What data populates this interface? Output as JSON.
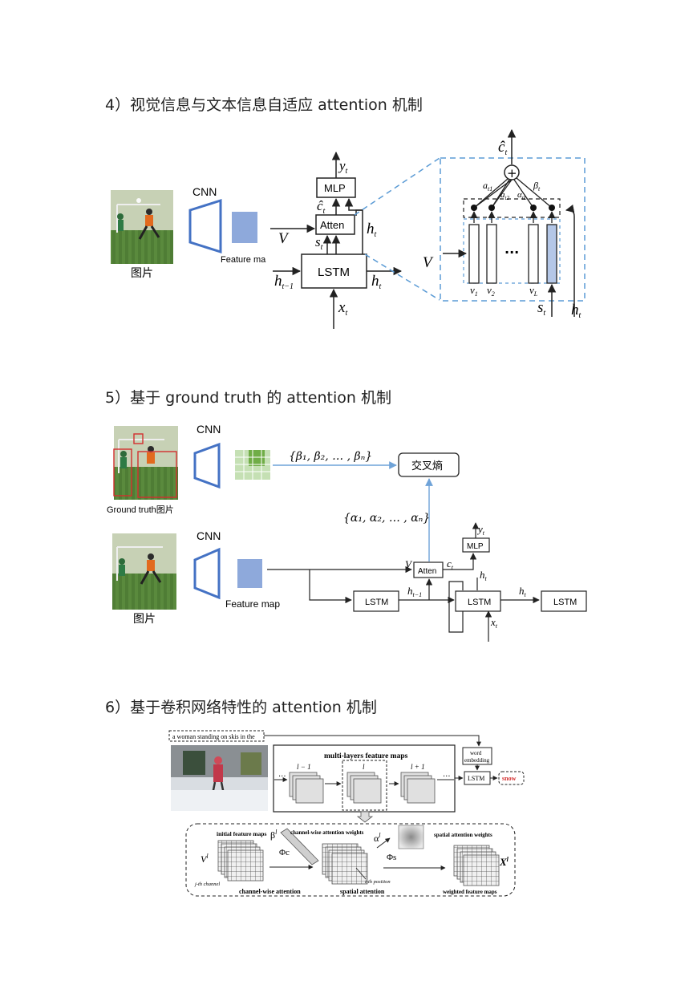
{
  "headings": {
    "h4": "4）视觉信息与文本信息自适应 attention 机制",
    "h5": "5）基于 ground truth 的 attention 机制",
    "h6": "6）基于卷积网络特性的 attention 机制"
  },
  "fig4": {
    "cnn": "CNN",
    "photo_caption": "图片",
    "feature_caption": "Feature ma",
    "mlp": "MLP",
    "atten": "Atten",
    "lstm": "LSTM",
    "yt": "y",
    "ct": "ĉ",
    "st": "s",
    "ht_side": "h",
    "v": "V",
    "h_prev": "h",
    "h_prev_sub": "t−1",
    "ht_out": "h",
    "xt": "x",
    "sub_t": "t",
    "zoom": {
      "ct": "ĉ",
      "a1": "a",
      "a1_sub": "t1",
      "a2": "a",
      "a2_sub": "t2",
      "aL": "α",
      "aL_sub": "tL",
      "beta": "β",
      "beta_sub": "t",
      "v": "V",
      "dots": "···",
      "v1": "v",
      "v1_sub": "1",
      "v2": "v",
      "v2_sub": "2",
      "vL": "v",
      "vL_sub": "L",
      "st": "s",
      "ht": "h",
      "plus": "+"
    }
  },
  "fig5": {
    "cnn_top": "CNN",
    "cnn_bottom": "CNN",
    "gt_caption": "Ground truth图片",
    "photo_caption": "图片",
    "feature_caption": "Feature map",
    "beta_set": "{β₁, β₂, … , βₙ}",
    "alpha_set": "{α₁, α₂, … , αₙ}",
    "cross_entropy": "交叉熵",
    "mlp": "MLP",
    "atten": "Atten",
    "lstm_left": "LSTM",
    "lstm_mid": "LSTM",
    "lstm_right": "LSTM",
    "v": "V",
    "ct": "c",
    "ht": "h",
    "yt": "y",
    "h_prev": "h",
    "h_prev_sub": "t−1",
    "ht_out": "h",
    "xt": "x",
    "sub_t": "t"
  },
  "fig6": {
    "caption_input": "a woman standing on skis in the",
    "multi_layers": "multi-layers feature maps",
    "word_embedding_1": "word",
    "word_embedding_2": "embedding",
    "lstm": "LSTM",
    "snow": "snow",
    "layer_prev": "l − 1",
    "layer_cur": "l",
    "layer_next": "l + 1",
    "dots_left": "···",
    "dots_right": "···",
    "initial_maps": "initial feature maps",
    "channel_weights": "channel-wise attention weights",
    "spatial_weights": "spatial attention weights",
    "vl": "V",
    "vl_sup": "l",
    "beta": "β",
    "beta_sup": "l",
    "phi_c": "Φc",
    "alpha": "α",
    "alpha_sup": "l",
    "phi_s": "Φs",
    "xl": "X",
    "xl_sup": "l",
    "jth_channel": "j-th channel",
    "ith_position": "i-th position",
    "channel_attention": "channel-wise attention",
    "spatial_attention": "spatial attention",
    "weighted_maps": "weighted feature maps"
  }
}
